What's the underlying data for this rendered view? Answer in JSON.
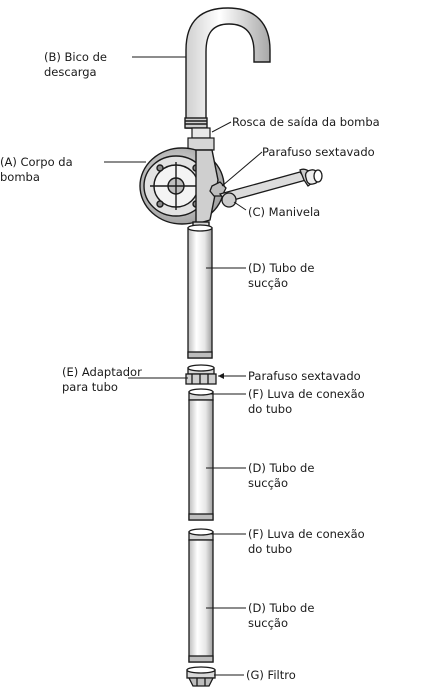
{
  "labels": {
    "bico_descarga": "(B) Bico de descarga",
    "rosca_saida": "Rosca de saída da bomba",
    "corpo_bomba": "(A) Corpo da bomba",
    "parafuso_sextavado_top": "Parafuso sextavado",
    "manivela": "(C) Manivela",
    "tubo_succao_1": "(D) Tubo de sucção",
    "adaptador_tubo": "(E) Adaptador para tubo",
    "parafuso_sextavado_mid": "Parafuso sextavado",
    "luva_conexao_1": "(F) Luva de conexão do tubo",
    "tubo_succao_2": "(D) Tubo de sucção",
    "luva_conexao_2": "(F) Luva de conexão do tubo",
    "tubo_succao_3": "(D) Tubo de sucção",
    "filtro": "(G) Filtro"
  },
  "colors": {
    "line": "#1a1a1a",
    "shade": "#d9d9d9",
    "shade_dark": "#9a9a9a"
  }
}
